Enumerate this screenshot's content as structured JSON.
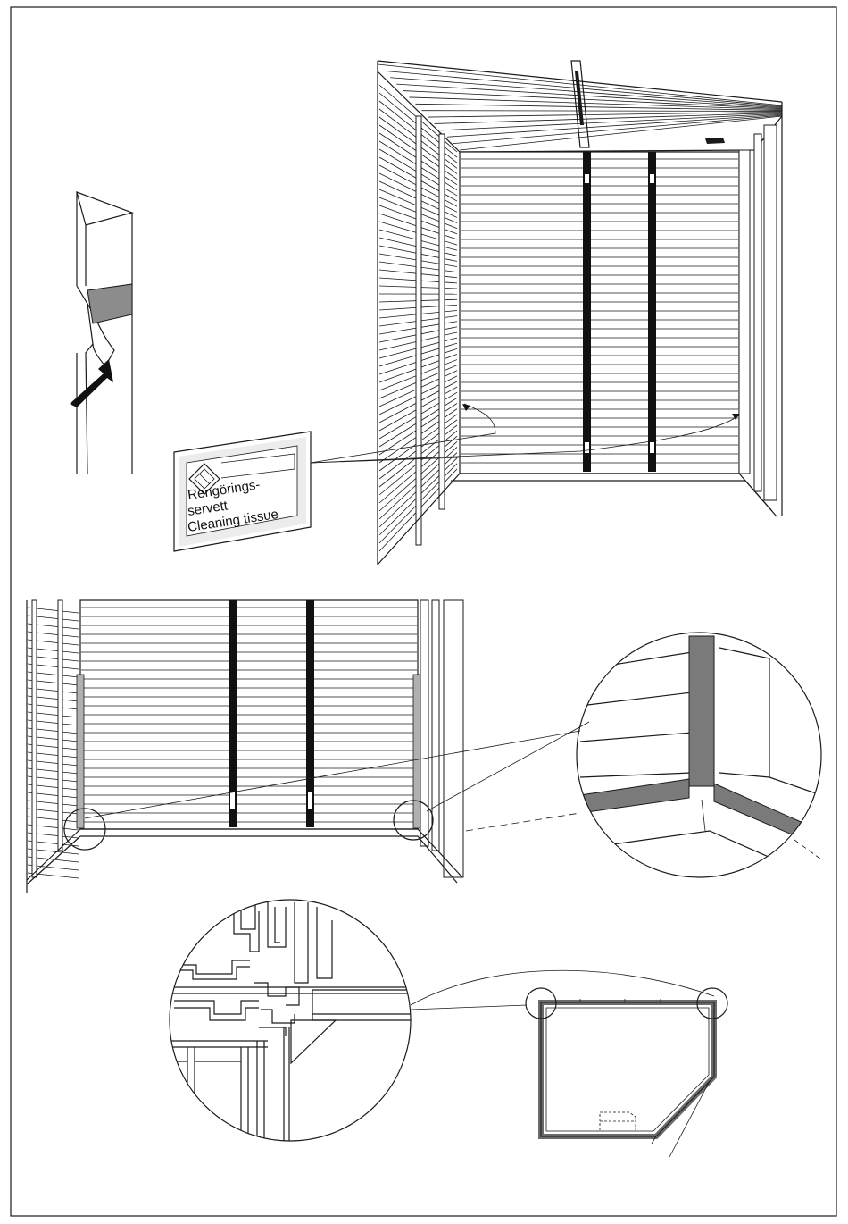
{
  "label": {
    "line1": "Rengörings-",
    "line2": "servett",
    "line3": "Cleaning tissue"
  },
  "colors": {
    "line": "#1a1a1a",
    "tape": "#8c8c8c",
    "seal": "#7a7a7a",
    "background": "#ffffff"
  },
  "icons": [
    "arrow-icon",
    "logo-icon"
  ]
}
